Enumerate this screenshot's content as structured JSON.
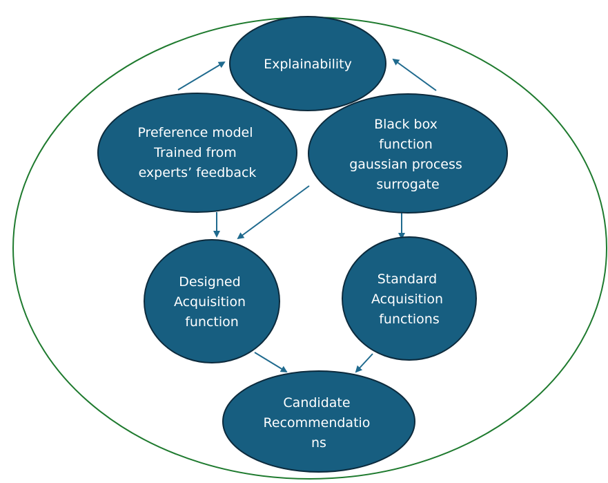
{
  "diagram": {
    "title": "",
    "colors": {
      "node_fill": "#175E80",
      "node_stroke": "#0C2A3C",
      "node_text": "#FFFFFF",
      "edge": "#1F6A8E",
      "boundary": "#1E7A2E"
    },
    "nodes": [
      {
        "id": "explainability",
        "lines": [
          "Explainability"
        ]
      },
      {
        "id": "preference_model",
        "lines": [
          "Preference model",
          "Trained from",
          "experts’ feedback"
        ]
      },
      {
        "id": "black_box",
        "lines": [
          "Black box",
          "function",
          "gaussian process",
          "surrogate"
        ]
      },
      {
        "id": "designed_acq",
        "lines": [
          "Designed",
          "Acquisition",
          "function"
        ]
      },
      {
        "id": "standard_acq",
        "lines": [
          "Standard",
          "Acquisition",
          "functions"
        ]
      },
      {
        "id": "candidate_recs",
        "lines": [
          "Candidate",
          "Recommendatio",
          "ns"
        ]
      }
    ],
    "edges": [
      {
        "from": "preference_model",
        "to": "explainability"
      },
      {
        "from": "black_box",
        "to": "explainability"
      },
      {
        "from": "preference_model",
        "to": "designed_acq"
      },
      {
        "from": "black_box",
        "to": "designed_acq"
      },
      {
        "from": "black_box",
        "to": "standard_acq"
      },
      {
        "from": "designed_acq",
        "to": "candidate_recs"
      },
      {
        "from": "standard_acq",
        "to": "candidate_recs"
      }
    ]
  }
}
